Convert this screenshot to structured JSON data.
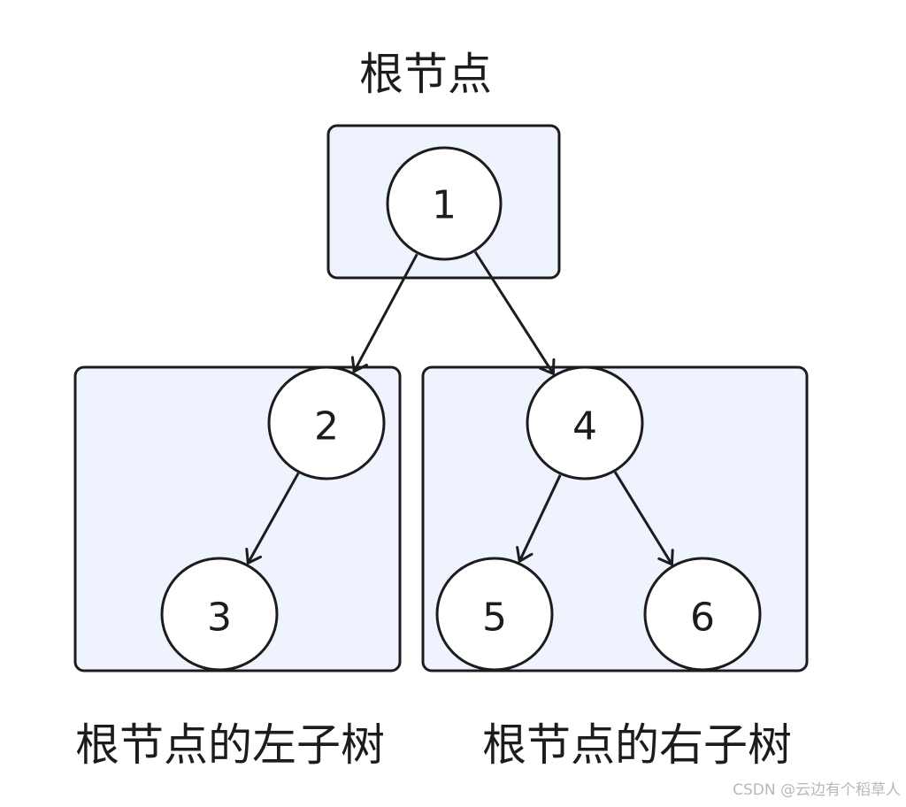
{
  "captions": {
    "root": "根节点",
    "left_subtree": "根节点的左子树",
    "right_subtree": "根节点的右子树"
  },
  "nodes": [
    {
      "id": "1",
      "label": "1"
    },
    {
      "id": "2",
      "label": "2"
    },
    {
      "id": "3",
      "label": "3"
    },
    {
      "id": "4",
      "label": "4"
    },
    {
      "id": "5",
      "label": "5"
    },
    {
      "id": "6",
      "label": "6"
    }
  ],
  "edges": [
    {
      "from": "1",
      "to": "2"
    },
    {
      "from": "1",
      "to": "4"
    },
    {
      "from": "2",
      "to": "3"
    },
    {
      "from": "4",
      "to": "5"
    },
    {
      "from": "4",
      "to": "6"
    }
  ],
  "watermark": "CSDN @云边有个稻草人",
  "colors": {
    "box_fill": "#eef3fd",
    "stroke": "#1c1c1e",
    "node_fill": "#ffffff",
    "watermark": "#b8b8b8"
  }
}
